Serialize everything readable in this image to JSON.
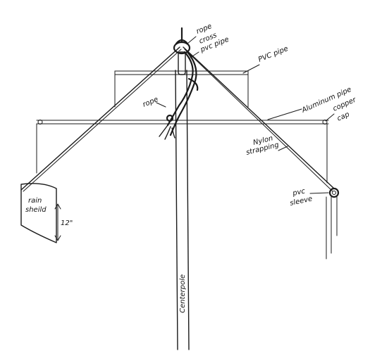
{
  "labels": {
    "rope_top": "rope",
    "cross_pvc_pipe": "cross pvc pipe",
    "cross_pvc_pipe_line1": "cross",
    "cross_pvc_pipe_line2": "pvc pipe",
    "pvc_pipe": "PVC pipe",
    "rope_left": "rope",
    "aluminum_pipe": "Aluminum pipe",
    "copper_cap": "copper cap",
    "copper_cap_line1": "copper",
    "copper_cap_line2": "cap",
    "nylon_strapping": "Nylon strapping",
    "nylon_strapping_line1": "Nylon",
    "nylon_strapping_line2": "strapping",
    "pvc_sleeve": "pvc sleeve",
    "pvc_sleeve_line1": "pvc",
    "pvc_sleeve_line2": "sleeve",
    "rain_shield": "rain sheild",
    "rain_shield_line1": "rain",
    "rain_shield_line2": "sheild",
    "dimension": "12\"",
    "centerpole": "Centerpole"
  },
  "colors": {
    "ink": "#1a1a1a",
    "paper": "#ffffff"
  }
}
